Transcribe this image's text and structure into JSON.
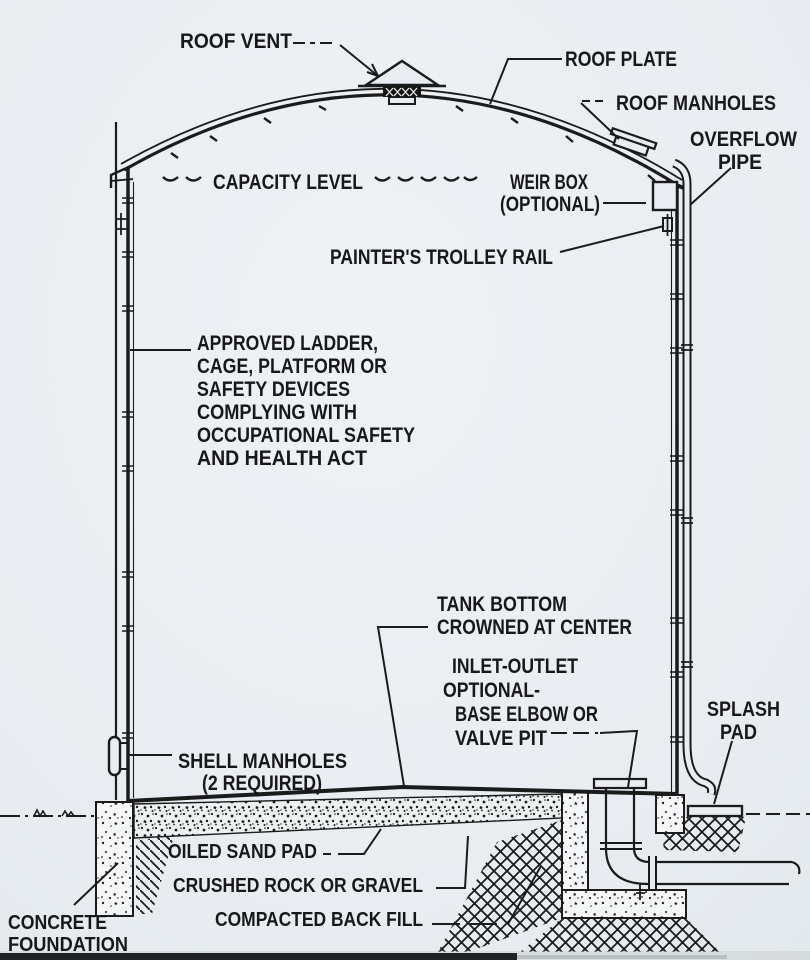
{
  "figure": {
    "background_color": "#e9edf1",
    "ink_color": "#1b1b1b",
    "caption_bar_color": "#202226",
    "labels": {
      "roof_vent": "ROOF VENT",
      "roof_plate": "ROOF PLATE",
      "roof_manholes": "ROOF MANHOLES",
      "overflow_pipe": [
        "OVERFLOW",
        "PIPE"
      ],
      "capacity_level": "CAPACITY LEVEL",
      "weir_box": [
        "WEIR BOX",
        "(OPTIONAL)"
      ],
      "painters_trolley_rail": "PAINTER'S TROLLEY RAIL",
      "ladder_note": [
        "APPROVED LADDER,",
        "CAGE, PLATFORM OR",
        "SAFETY DEVICES",
        "COMPLYING WITH",
        "OCCUPATIONAL SAFETY",
        "AND HEALTH ACT"
      ],
      "tank_bottom": [
        "TANK BOTTOM",
        "CROWNED AT CENTER"
      ],
      "inlet_outlet": [
        "INLET-OUTLET",
        "OPTIONAL-",
        "BASE ELBOW OR",
        "VALVE PIT"
      ],
      "splash_pad": [
        "SPLASH",
        "PAD"
      ],
      "shell_manholes": [
        "SHELL MANHOLES",
        "(2 REQUIRED)"
      ],
      "oiled_sand_pad": "OILED SAND PAD",
      "crushed_rock_or_gravel": "CRUSHED ROCK OR GRAVEL",
      "compacted_back_fill": "COMPACTED BACK FILL",
      "concrete_foundation": [
        "CONCRETE",
        "FOUNDATION"
      ]
    }
  }
}
